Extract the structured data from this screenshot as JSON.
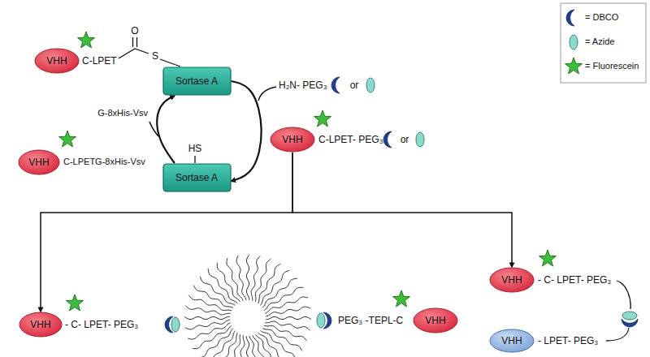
{
  "diagram": {
    "nodes": [
      {
        "text": [
          "VHH"
        ]
      },
      {
        "text": [
          "Sortase A"
        ]
      },
      {
        "text": [
          "VHH"
        ]
      },
      {
        "text": [
          "Sortase A"
        ]
      },
      {
        "text": [
          "VHH"
        ]
      },
      {
        "text": [
          "VHH"
        ]
      },
      {
        "text": [
          "VHH"
        ]
      },
      {
        "text": [
          "VHH"
        ]
      },
      {
        "text": [
          "VHH"
        ]
      }
    ],
    "edges": [
      {
        "from": 3,
        "to": 1,
        "arrow": "to"
      },
      {
        "from": 1,
        "to": 3,
        "arrow": "to"
      },
      {
        "from": 4,
        "to": 5,
        "arrow": "to"
      },
      {
        "from": 4,
        "to": 7,
        "arrow": "to"
      }
    ],
    "labels": [
      "C-LPET",
      "O",
      "S",
      "G-8xHis-Vsv",
      "C-LPETG-8xHis-Vsv",
      "HS",
      "H₂N- PEG₃",
      "or",
      "C-LPET- PEG₃",
      "or",
      "- C- LPET- PEG₃",
      "PEG₃ -TEPL-C",
      "- C- LPET- PEG₃",
      "- LPET- PEG₃"
    ],
    "legend": [
      {
        "text": "= DBCO"
      },
      {
        "text": "= Azide"
      },
      {
        "text": "= Fluorescein"
      }
    ]
  }
}
